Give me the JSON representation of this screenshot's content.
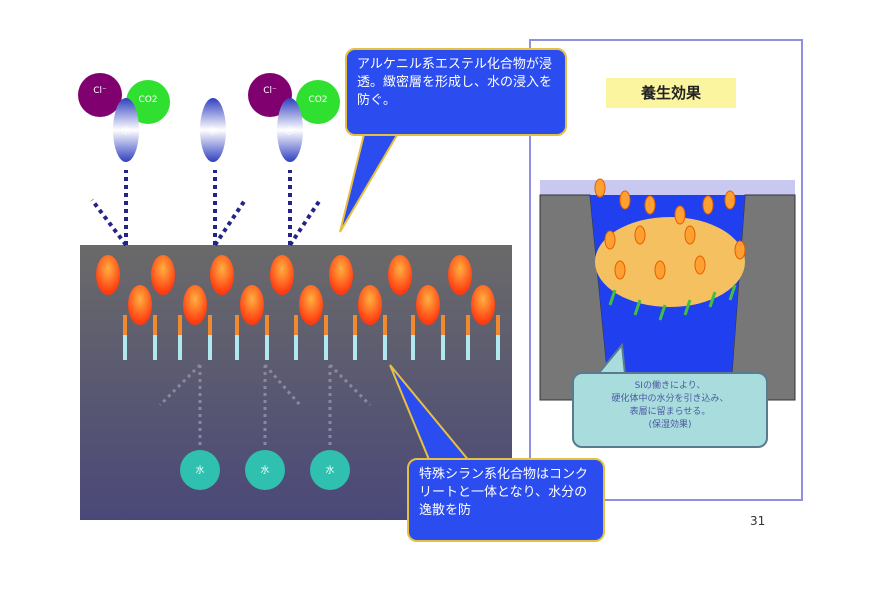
{
  "callout_top": "アルケニル系エステル化合物が浸透。緻密層を形成し、水の浸入を防ぐ。",
  "callout_bottom": "特殊シラン系化合物はコンクリートと一体となり、水分の逸散を防",
  "panel_title": "養生効果",
  "panel_note": [
    "SIの働きにより、",
    "硬化体中の水分を引き込み、",
    "表層に留まらせる。",
    "(保湿効果)"
  ],
  "ions": {
    "cl": "Cl⁻",
    "co2": "CO2",
    "water": "水"
  },
  "page_number": "31"
}
